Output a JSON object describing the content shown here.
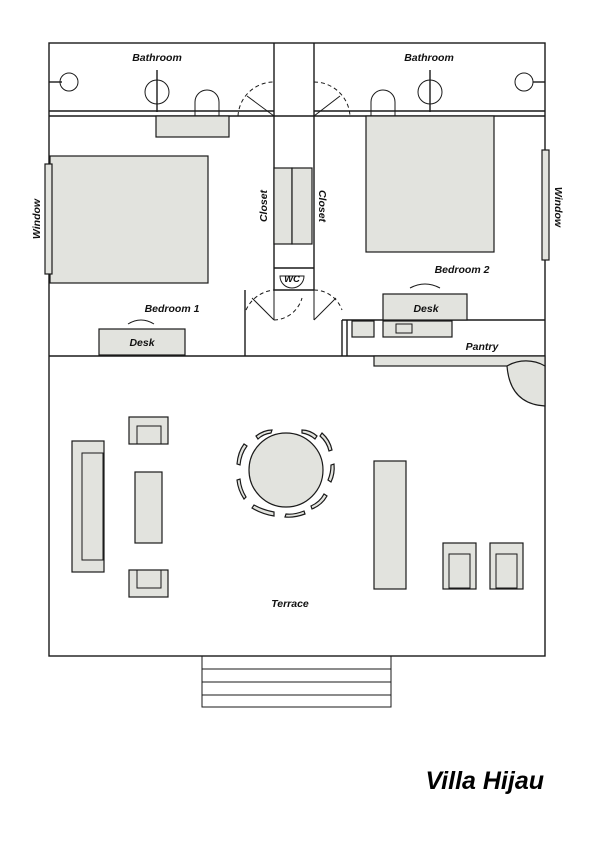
{
  "plan": {
    "title": "Villa Hijau",
    "labels": {
      "bathroom_left": "Bathroom",
      "bathroom_right": "Bathroom",
      "window_left": "Window",
      "window_right": "Window",
      "closet_left": "Closet",
      "closet_right": "Closet",
      "wc": "WC",
      "bedroom_1": "Bedroom 1",
      "bedroom_2": "Bedroom 2",
      "desk_1": "Desk",
      "desk_2": "Desk",
      "pantry": "Pantry",
      "terrace": "Terrace"
    },
    "colors": {
      "furniture_fill": "#e2e3de",
      "line": "#1a1a1a"
    }
  }
}
